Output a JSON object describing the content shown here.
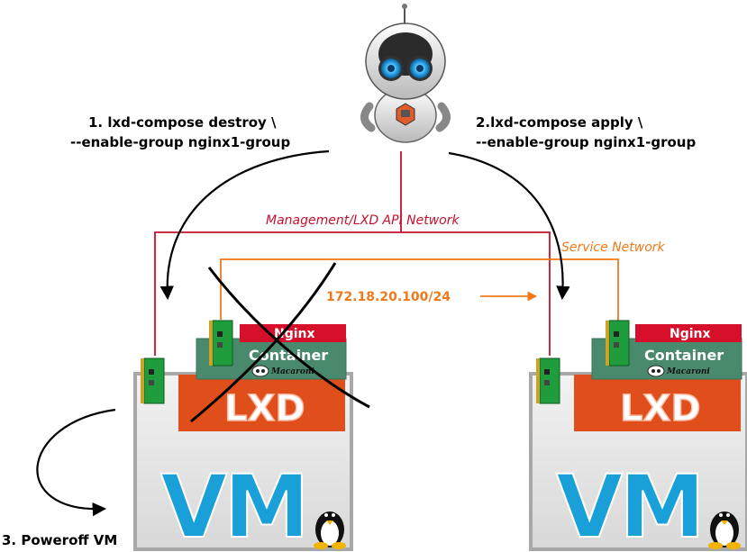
{
  "commands": {
    "destroy_line1": "1. lxd-compose destroy \\",
    "destroy_line2": "--enable-group nginx1-group",
    "apply_line1": "2.lxd-compose apply \\",
    "apply_line2": "--enable-group nginx1-group",
    "poweroff": "3. Poweroff VM"
  },
  "networks": {
    "management": "Management/LXD API Network",
    "service": "Service Network",
    "ip": "172.18.20.100/24"
  },
  "hosts": [
    {
      "nginx": "Nginx",
      "container": "Container",
      "logo": "Macaroni",
      "lxd": "LXD",
      "vm": "VM",
      "crossed_out": true
    },
    {
      "nginx": "Nginx",
      "container": "Container",
      "logo": "Macaroni",
      "lxd": "LXD",
      "vm": "VM",
      "crossed_out": false
    }
  ],
  "icons": [
    "robot-icon",
    "network-card-icon",
    "tux-penguin-icon",
    "macaroni-logo-icon"
  ],
  "colors": {
    "management_network": "#c8102e",
    "service_network": "#f07a1a",
    "nginx_bar": "#d6102a",
    "container_box": "#4a8a6c",
    "lxd_box": "#e04e1c",
    "vm_box": "#e6e6e6",
    "vm_text": "#1aa0d8"
  }
}
